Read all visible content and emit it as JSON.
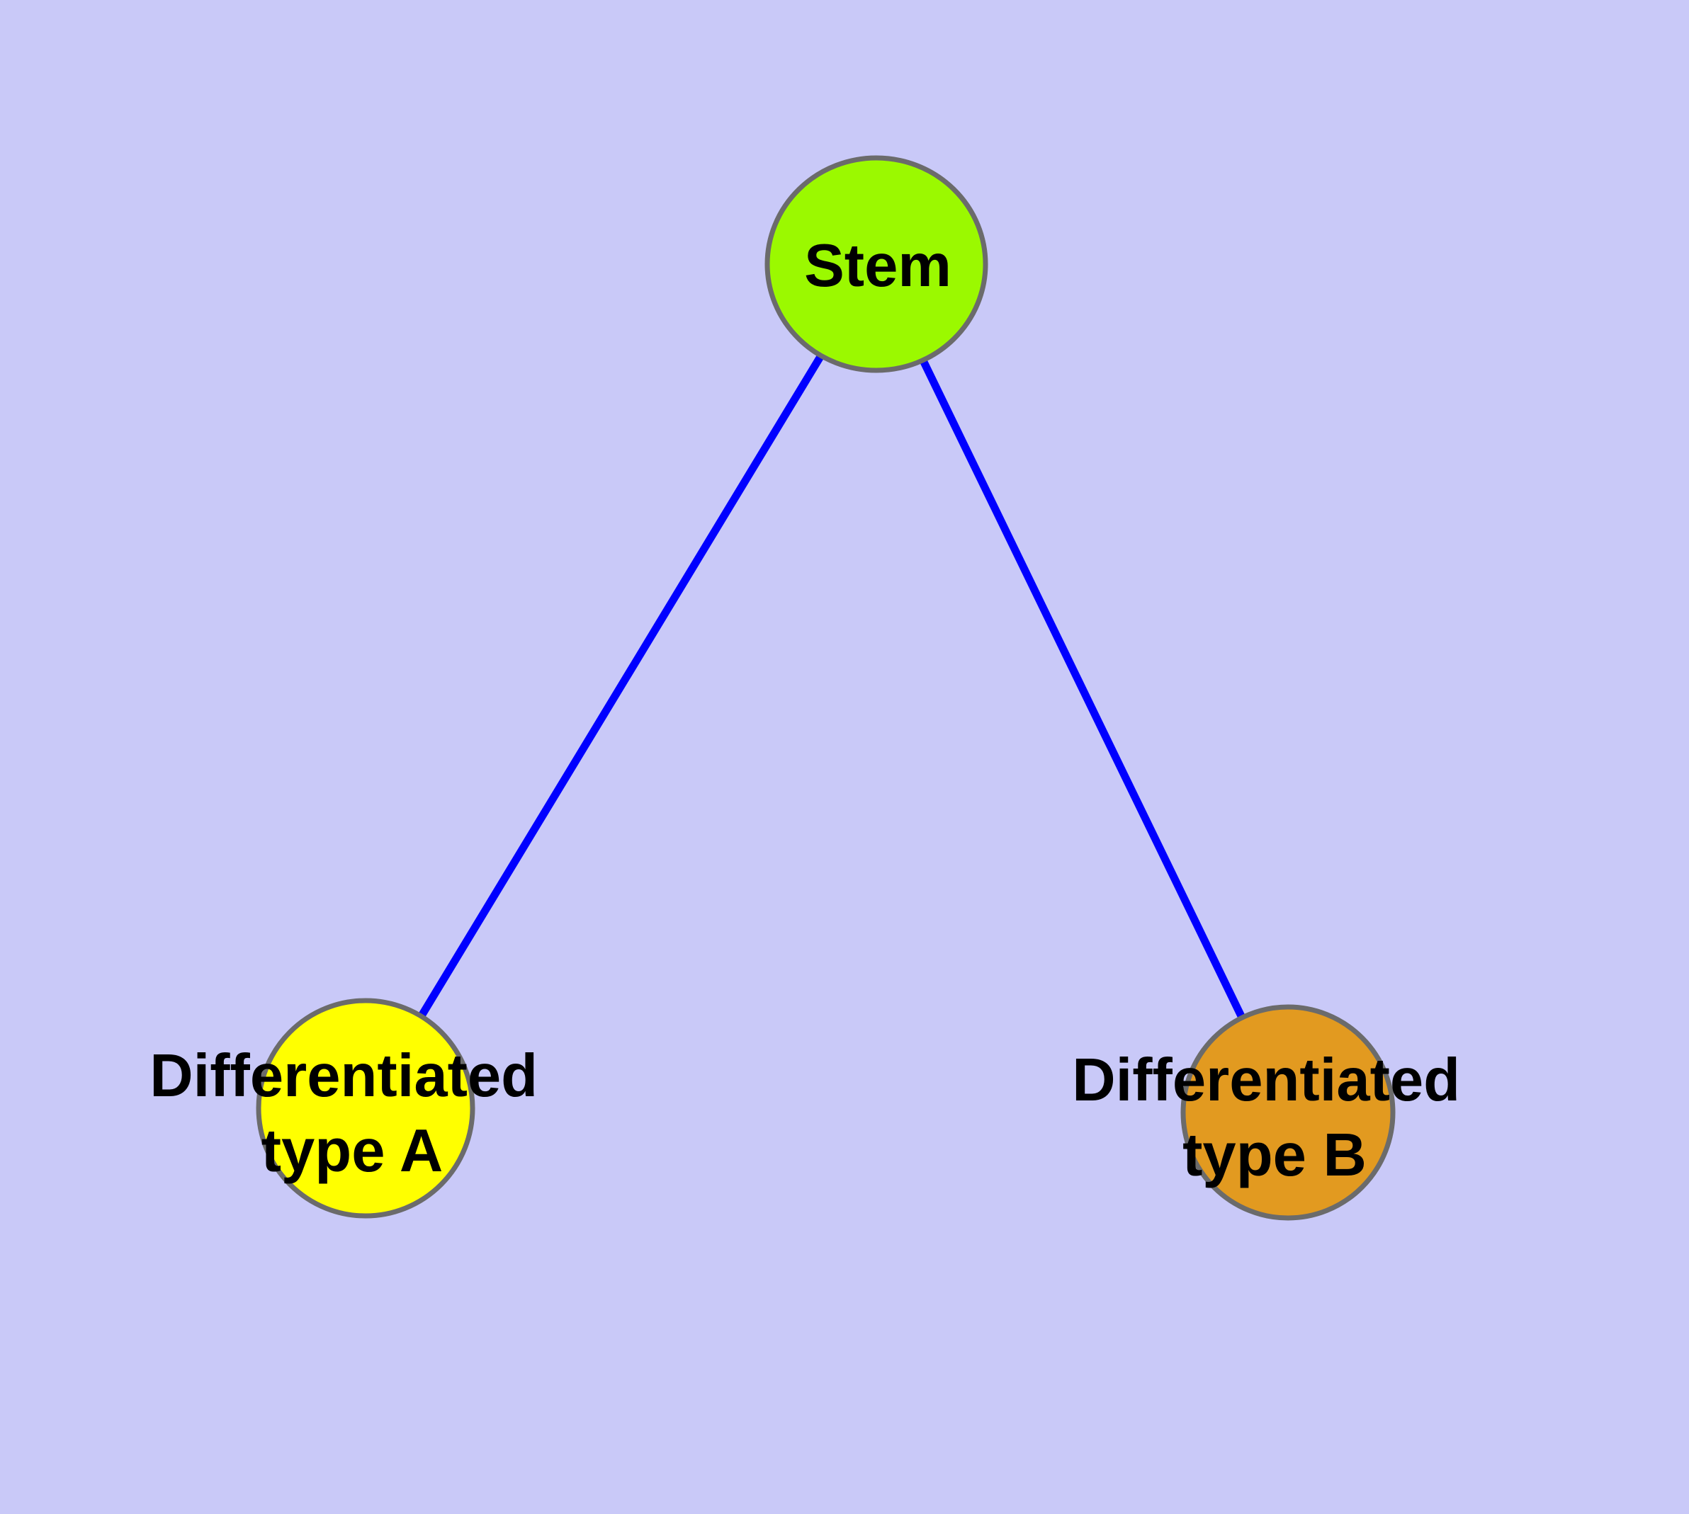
{
  "diagram": {
    "background_color": "#C9C9F8",
    "edge_color": "#0000FF",
    "node_border_color": "#6B6B6B",
    "label_color": "#000000",
    "nodes": {
      "stem": {
        "label": "Stem",
        "fill": "#9BF900"
      },
      "type_a": {
        "label": "Differentiated type A",
        "label_line1": "Differentiated",
        "label_line2": "type A",
        "fill": "#FFFF00"
      },
      "type_b": {
        "label": "Differentiated type B",
        "label_line1": "Differentiated",
        "label_line2": "type B",
        "fill": "#E29A20"
      }
    },
    "edges": [
      {
        "from": "Stem",
        "to": "Differentiated type A"
      },
      {
        "from": "Stem",
        "to": "Differentiated type B"
      }
    ]
  }
}
